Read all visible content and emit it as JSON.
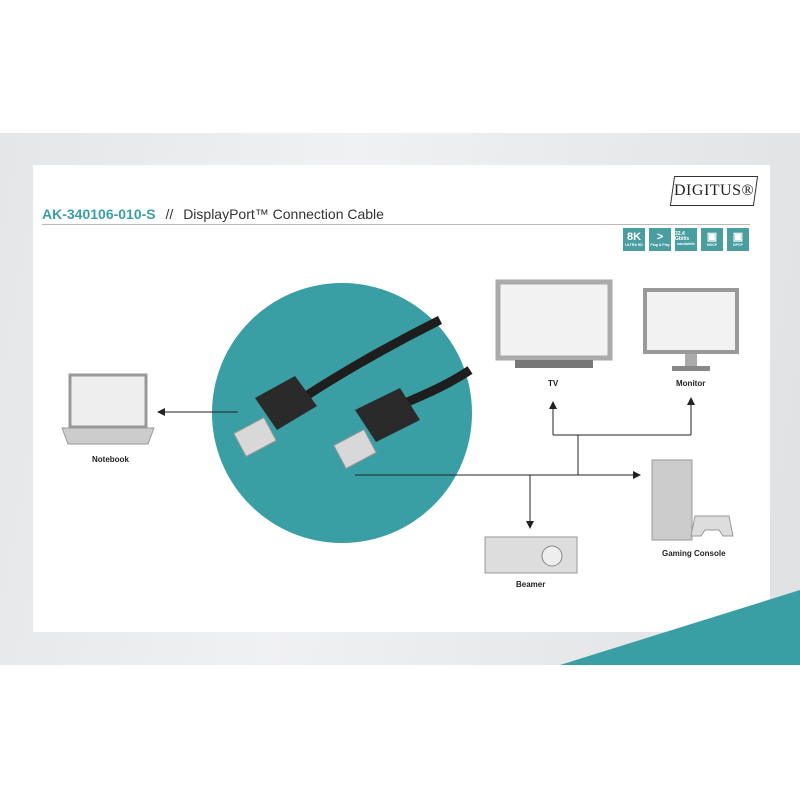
{
  "header": {
    "product_code": "AK-340106-010-S",
    "separator": "//",
    "product_name": "DisplayPort™ Connection Cable",
    "brand": "DIGITUS®"
  },
  "badges": [
    {
      "big": "8K",
      "small": "ULTRA HD"
    },
    {
      "big": ">",
      "small": "Plug & Play"
    },
    {
      "big": "32,4 Gbit/s",
      "small": "bandwidth"
    },
    {
      "big": "▣",
      "small": "HDCP"
    },
    {
      "big": "▣",
      "small": "DPCP"
    }
  ],
  "devices": {
    "notebook": "Notebook",
    "tv": "TV",
    "monitor": "Monitor",
    "beamer": "Beamer",
    "console": "Gaming Console"
  },
  "colors": {
    "accent": "#3a9ea5",
    "badge": "#4a9ea0",
    "cable": "#1e1e1e"
  }
}
